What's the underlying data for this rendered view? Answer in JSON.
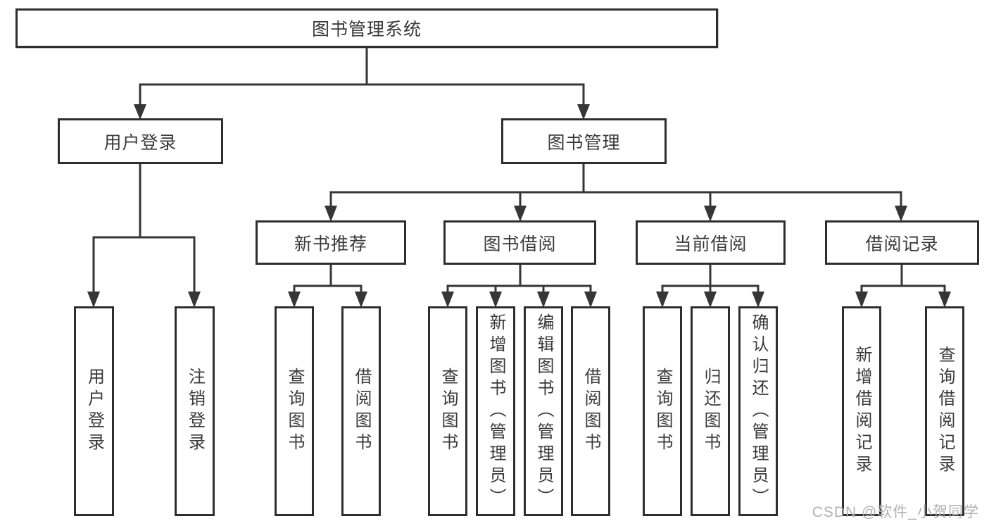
{
  "diagram": {
    "type": "hierarchy-tree",
    "colors": {
      "line": "#363636",
      "box_border": "#2e2e2e",
      "text": "#3a3a3a",
      "background": "#ffffff",
      "watermark": "#b2b2b2"
    },
    "tree": {
      "root": {
        "label": "图书管理系统"
      },
      "level2": [
        {
          "label": "用户登录",
          "children": [
            {
              "label": "用户登录"
            },
            {
              "label": "注销登录"
            }
          ]
        },
        {
          "label": "图书管理",
          "children": [
            {
              "label": "新书推荐",
              "children": [
                {
                  "label": "查询图书"
                },
                {
                  "label": "借阅图书"
                }
              ]
            },
            {
              "label": "图书借阅",
              "children": [
                {
                  "label": "查询图书"
                },
                {
                  "label": "新增图书（管理员）"
                },
                {
                  "label": "编辑图书（管理员）"
                },
                {
                  "label": "借阅图书"
                }
              ]
            },
            {
              "label": "当前借阅",
              "children": [
                {
                  "label": "查询图书"
                },
                {
                  "label": "归还图书"
                },
                {
                  "label": "确认归还（管理员）"
                }
              ]
            },
            {
              "label": "借阅记录",
              "children": [
                {
                  "label": "新增借阅记录"
                },
                {
                  "label": "查询借阅记录"
                }
              ]
            }
          ]
        }
      ]
    },
    "watermark": {
      "text": "CSDN @软件_小贺同学"
    }
  }
}
